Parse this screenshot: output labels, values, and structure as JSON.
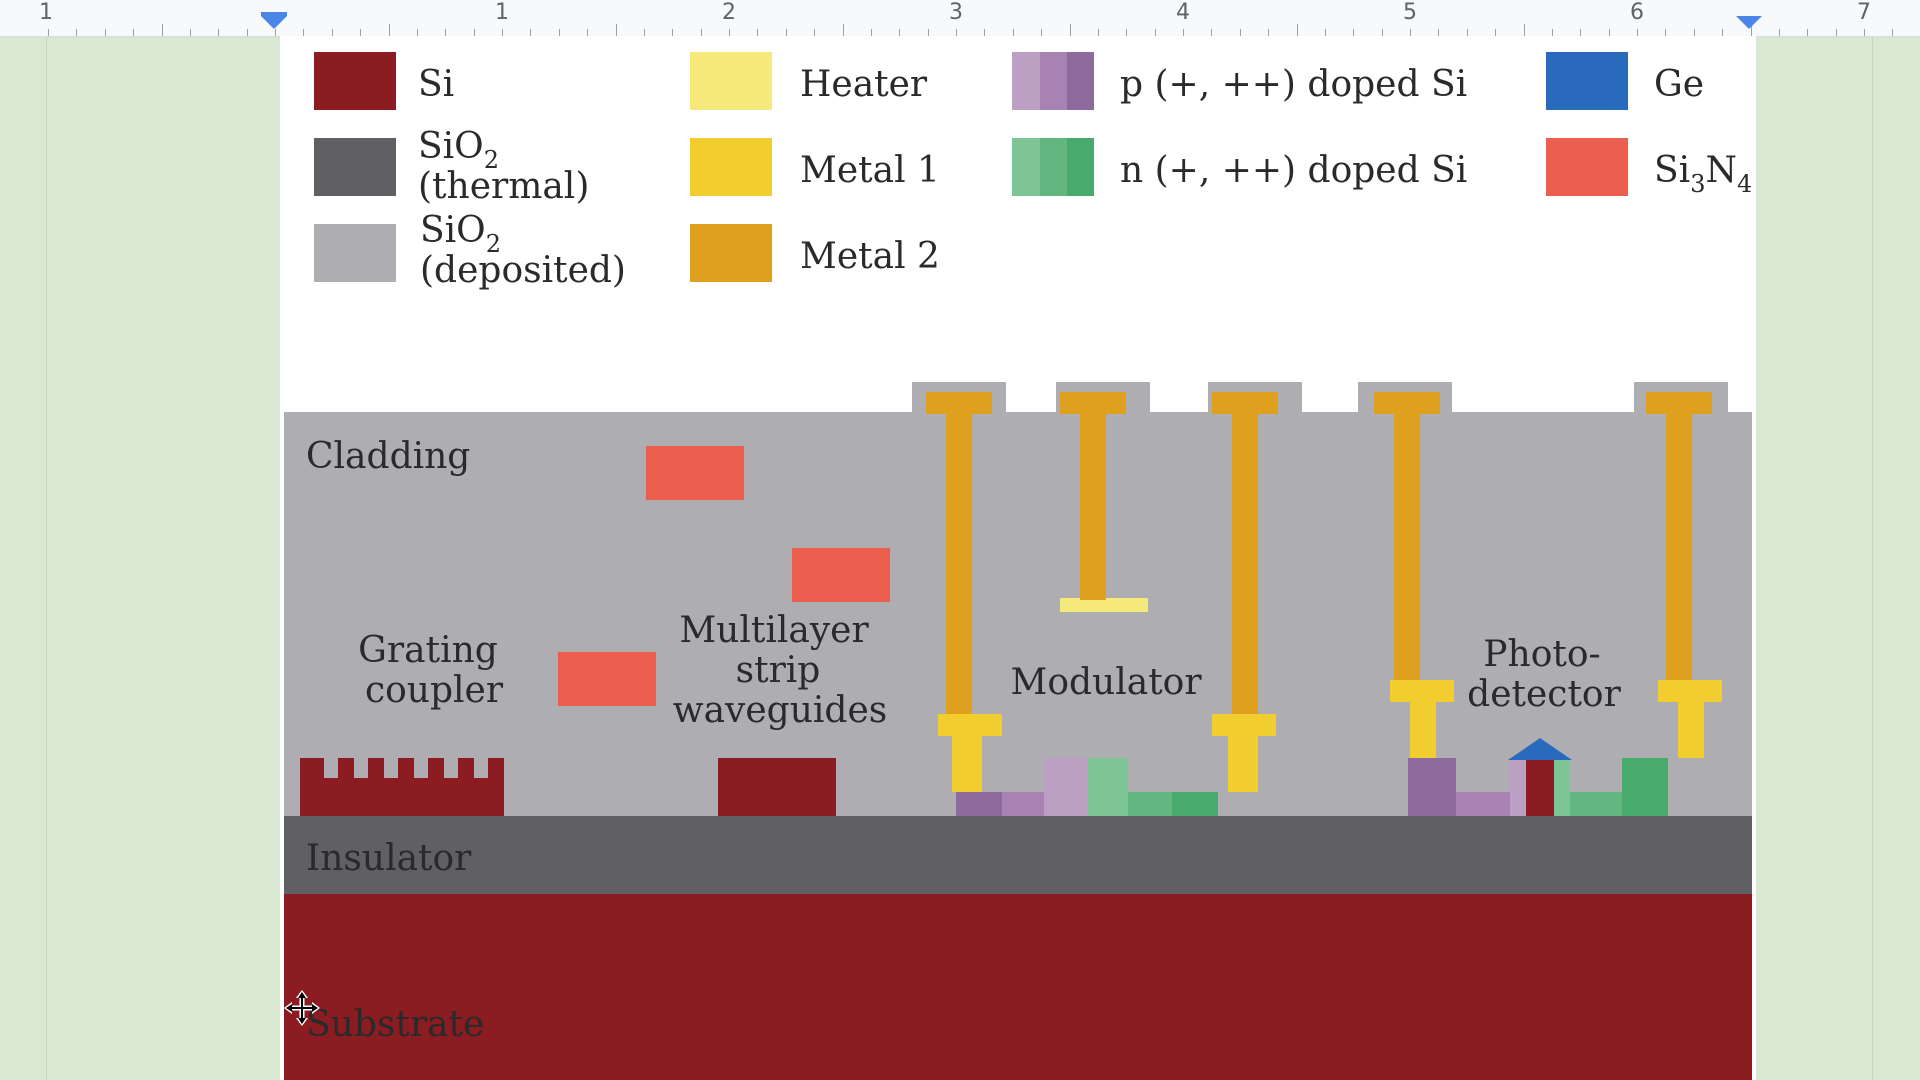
{
  "ruler": {
    "labels": [
      "1",
      "1",
      "2",
      "3",
      "4",
      "5",
      "6",
      "7"
    ]
  },
  "legend": [
    {
      "label": "Si",
      "color": "#8b1c22"
    },
    {
      "label": "SiO2",
      "label_sub": "2",
      "label_line2": "(thermal)",
      "color": "#5f5f64"
    },
    {
      "label": "SiO2",
      "label_sub": "2",
      "label_line2": "(deposited)",
      "color": "#aeaeb2"
    },
    {
      "label": "Heater",
      "color": "#f4e97a"
    },
    {
      "label": "Metal 1",
      "color": "#f2cd30"
    },
    {
      "label": "Metal 2",
      "color": "#dea01d"
    },
    {
      "label": "p (+, ++) doped Si",
      "colors": [
        "#bca0c4",
        "#a882b2",
        "#8f6a9e"
      ]
    },
    {
      "label": "n (+, ++) doped Si",
      "colors": [
        "#7ec596",
        "#63b680",
        "#49aa6e"
      ]
    },
    {
      "label": "Ge",
      "color": "#2a6abc"
    },
    {
      "label": "Si3N4",
      "color": "#ec5f4e"
    }
  ],
  "legend_text": {
    "si": "Si",
    "sio2_thermal": {
      "base": "SiO",
      "sub": "2",
      "line2": "(thermal)"
    },
    "sio2_deposited": {
      "base": "SiO",
      "sub": "2",
      "line2": "(deposited)"
    },
    "heater": "Heater",
    "metal1": "Metal 1",
    "metal2": "Metal 2",
    "p_doped": "p (+, ++) doped Si",
    "n_doped": "n (+, ++) doped Si",
    "ge": "Ge",
    "si3n4": {
      "a": "Si",
      "sub1": "3",
      "b": "N",
      "sub2": "4"
    }
  },
  "labels": {
    "cladding": "Cladding",
    "insulator": "Insulator",
    "substrate": "Substrate",
    "grating_coupler": [
      "Grating",
      "coupler"
    ],
    "multilayer": [
      "Multilayer",
      "strip",
      "waveguides"
    ],
    "modulator": "Modulator",
    "photodetector": [
      "Photo-",
      "detector"
    ]
  },
  "colors": {
    "si": "#8b1c22",
    "sio2_thermal": "#5f5f64",
    "sio2_deposited": "#aeaeb2",
    "heater": "#f4e97a",
    "metal1": "#f2cd30",
    "metal2": "#dea01d",
    "ge": "#2a6abc",
    "si3n4": "#ec5f4e",
    "ruler_marker": "#4a86e8",
    "margin_bg": "#d9e8d3"
  },
  "icons": {
    "cursor": "move-cursor-icon"
  }
}
